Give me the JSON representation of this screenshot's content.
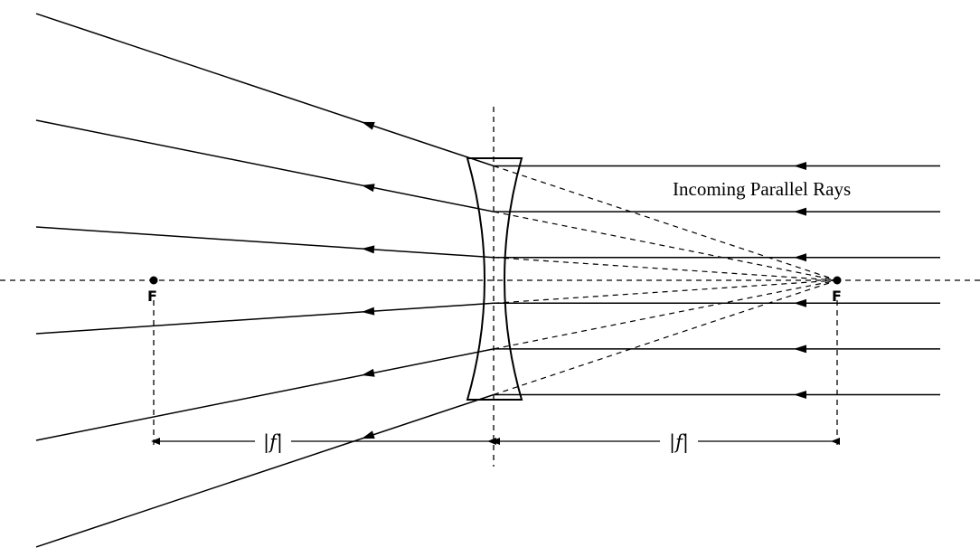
{
  "diagram": {
    "title_label": "Incoming Parallel Rays",
    "focal_left_label": "F",
    "focal_right_label": "F",
    "focal_dimension_left": "|f|",
    "focal_dimension_right": "|f|",
    "lens_type": "diverging (concave) lens",
    "incoming_ray_count": 6,
    "colors": {
      "line": "#000000",
      "background": "#ffffff"
    }
  }
}
